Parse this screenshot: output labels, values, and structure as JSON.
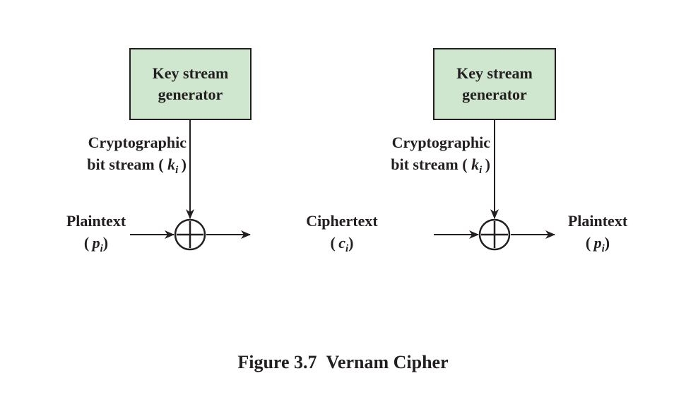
{
  "left": {
    "generator_line1": "Key stream",
    "generator_line2": "generator",
    "stream_line1": "Cryptographic",
    "stream_line2_text": "bit stream (",
    "stream_symbol": "k",
    "stream_subscript": "i",
    "input_label": "Plaintext",
    "input_symbol": "p",
    "input_subscript": "i"
  },
  "middle": {
    "label": "Ciphertext",
    "symbol": "c",
    "subscript": "i"
  },
  "right": {
    "generator_line1": "Key stream",
    "generator_line2": "generator",
    "stream_line1": "Cryptographic",
    "stream_line2_text": "bit stream (",
    "stream_symbol": "k",
    "stream_subscript": "i",
    "output_label": "Plaintext",
    "output_symbol": "p",
    "output_subscript": "i"
  },
  "caption": {
    "figure_number": "Figure 3.7",
    "title": "Vernam Cipher"
  },
  "colors": {
    "box_fill": "#cfe6cf",
    "ink": "#231f20"
  }
}
